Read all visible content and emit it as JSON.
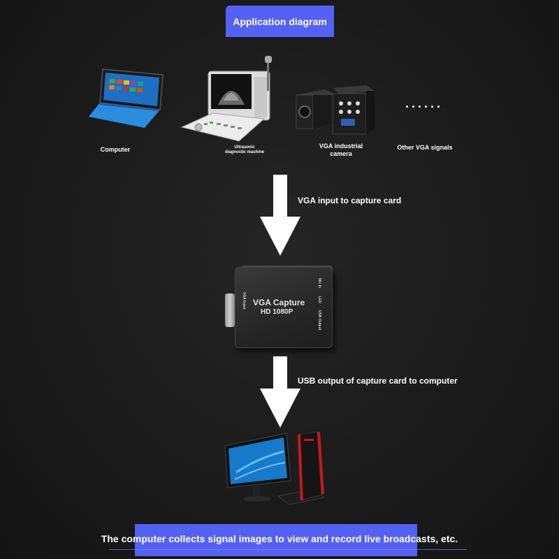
{
  "title": "Application diagram",
  "devices": [
    {
      "label": "Computer"
    },
    {
      "label": "Ultrasonic diagnostic machine"
    },
    {
      "label": "VGA industrial camera"
    },
    {
      "label": "Other VGA signals"
    }
  ],
  "dots": "······",
  "steps": [
    {
      "label": "VGA input to capture card"
    },
    {
      "label": "USB output of capture card to computer"
    }
  ],
  "capture_card": {
    "title": "VGA Capture",
    "subtitle": "HD 1080P",
    "port_left": "VGA Input",
    "port_usb": "USB Output",
    "port_led": "LED",
    "port_mic": "Mic In"
  },
  "caption": "The computer collects signal images to view and record live broadcasts, etc.",
  "colors": {
    "accent": "#5561f2",
    "background": "#1b1b1b",
    "arrow": "#ffffff"
  }
}
